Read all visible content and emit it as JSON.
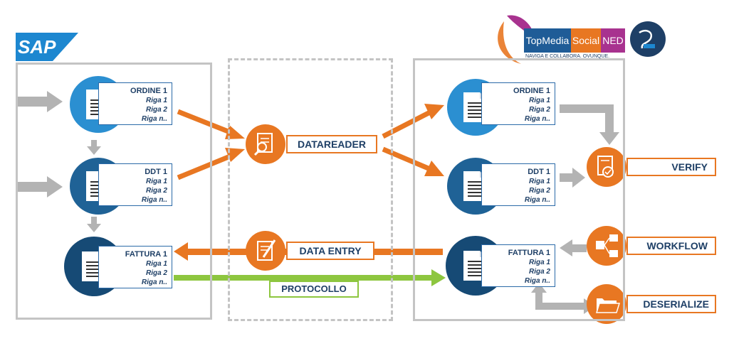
{
  "branding": {
    "sap_logo": "SAP",
    "topmedia": "TopMedia",
    "social": "Social",
    "ned": "NED",
    "tagline": "NAVIGA E COLLABORA. OVUNQUE."
  },
  "left_docs": [
    {
      "title": "ORDINE 1",
      "rows": [
        "Riga 1",
        "Riga 2",
        "Riga n.."
      ]
    },
    {
      "title": "DDT 1",
      "rows": [
        "Riga 1",
        "Riga 2",
        "Riga n.."
      ]
    },
    {
      "title": "FATTURA 1",
      "rows": [
        "Riga 1",
        "Riga 2",
        "Riga n.."
      ]
    }
  ],
  "right_docs": [
    {
      "title": "ORDINE 1",
      "rows": [
        "Riga 1",
        "Riga 2",
        "Riga n.."
      ]
    },
    {
      "title": "DDT 1",
      "rows": [
        "Riga 1",
        "Riga 2",
        "Riga n.."
      ]
    },
    {
      "title": "FATTURA 1",
      "rows": [
        "Riga 1",
        "Riga 2",
        "Riga n.."
      ]
    }
  ],
  "middle": {
    "datareader": "DATAREADER",
    "data_entry": "DATA ENTRY",
    "protocollo": "PROTOCOLLO"
  },
  "actions": {
    "verify": "VERIFY",
    "workflow": "WORKFLOW",
    "deserialize": "DESERIALIZE"
  },
  "colors": {
    "orange": "#e87722",
    "green": "#8dc63f",
    "gray": "#b3b3b3",
    "blue_light": "#2b8fd1",
    "blue_mid": "#1f6296",
    "blue_dark": "#164a75",
    "text_navy": "#1e3f66"
  }
}
